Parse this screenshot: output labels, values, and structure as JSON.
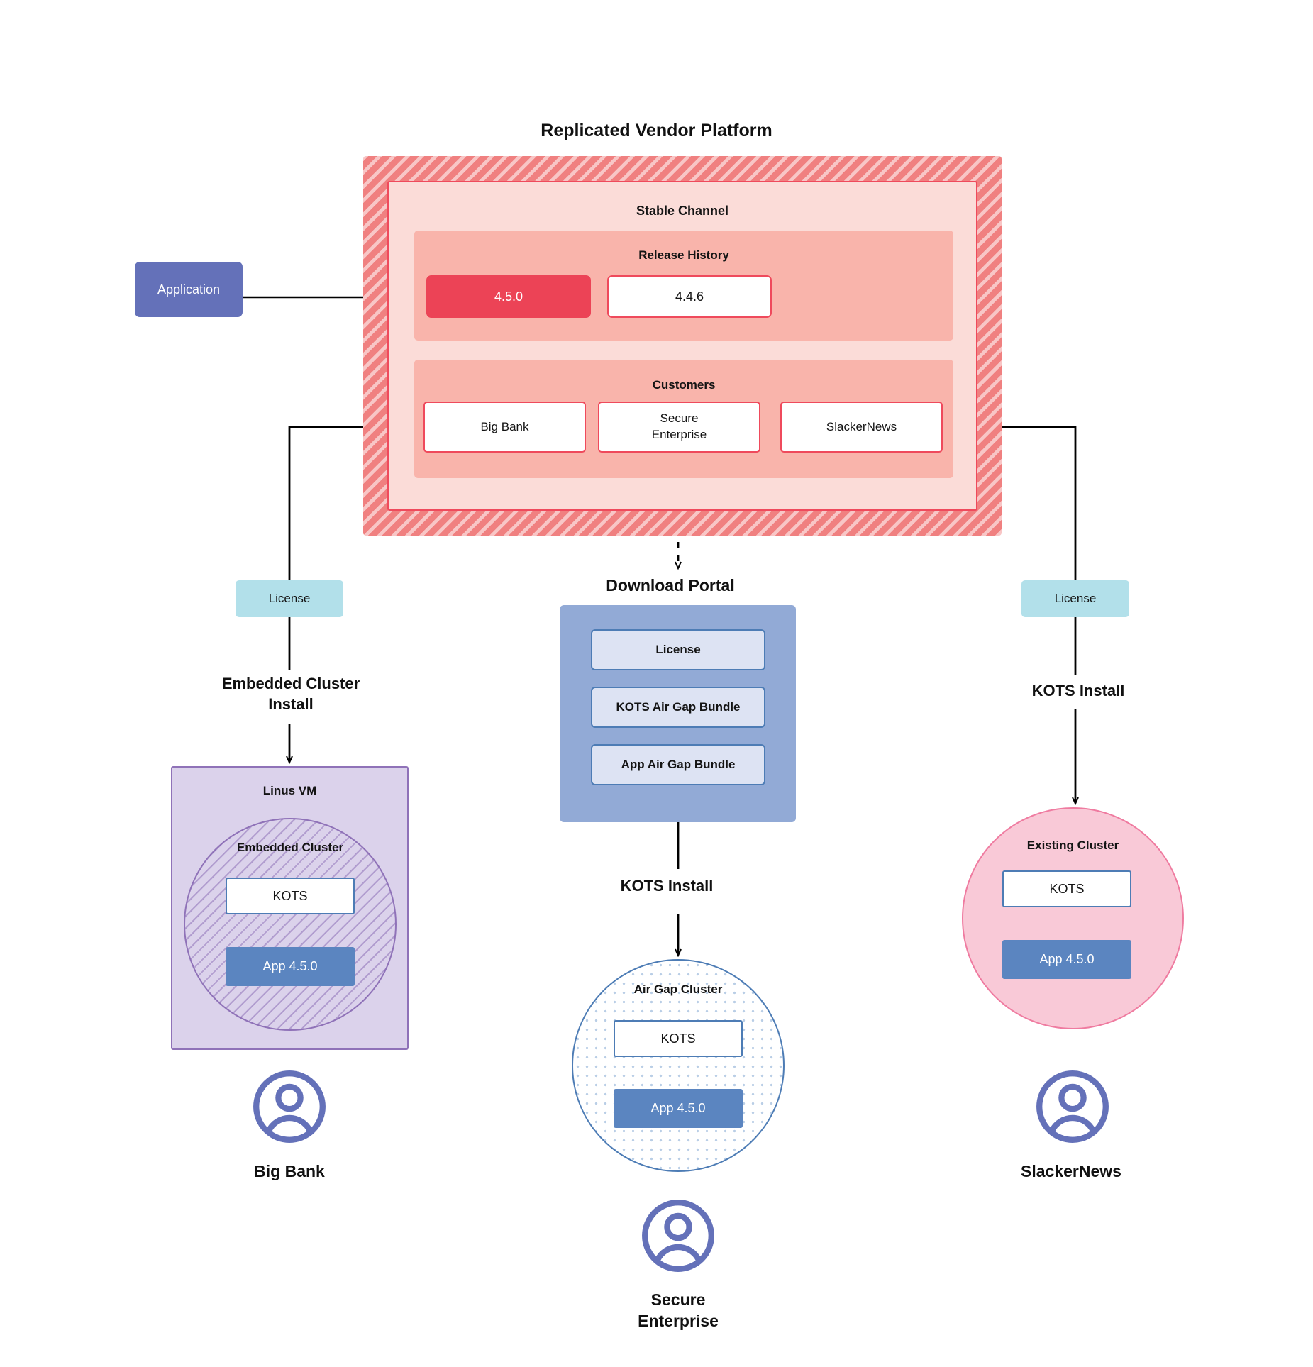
{
  "platform": {
    "title": "Replicated Vendor Platform",
    "channel_label": "Stable Channel",
    "release_history_label": "Release History",
    "releases": [
      {
        "version": "4.5.0",
        "state": "current"
      },
      {
        "version": "4.4.6",
        "state": "previous"
      }
    ],
    "customers_label": "Customers",
    "customers": [
      {
        "name": "Big Bank"
      },
      {
        "name": "Secure\nEnterprise"
      },
      {
        "name": "SlackerNews"
      }
    ]
  },
  "application": {
    "label": "Application"
  },
  "licenses": {
    "left_label": "License",
    "right_label": "License"
  },
  "flows": {
    "embedded_install": "Embedded Cluster\nInstall",
    "kots_install_right": "KOTS Install",
    "kots_install_center": "KOTS Install"
  },
  "download_portal": {
    "title": "Download  Portal",
    "items": [
      {
        "label": "License"
      },
      {
        "label": "KOTS Air Gap Bundle"
      },
      {
        "label": "App Air Gap Bundle"
      }
    ]
  },
  "targets": {
    "left": {
      "host_label": "Linus VM",
      "cluster_label": "Embedded Cluster",
      "kots_label": "KOTS",
      "app_label": "App 4.5.0"
    },
    "center": {
      "cluster_label": "Air Gap Cluster",
      "kots_label": "KOTS",
      "app_label": "App 4.5.0"
    },
    "right": {
      "cluster_label": "Existing Cluster",
      "kots_label": "KOTS",
      "app_label": "App 4.5.0"
    }
  },
  "personas": [
    {
      "name": "Big Bank",
      "icon": "user-avatar-icon"
    },
    {
      "name": "Secure\nEnterprise",
      "icon": "user-avatar-icon"
    },
    {
      "name": "SlackerNews",
      "icon": "user-avatar-icon"
    }
  ],
  "colors": {
    "platform_hatch": "#f08080",
    "channel_fill": "#fbdcd8",
    "channel_border": "#ef4a5c",
    "section_fill": "#f9b4ab",
    "release_current": "#ec4356",
    "application": "#6471b9",
    "license": "#b2e0ea",
    "portal": "#92aad6",
    "portal_item": "#dde3f3",
    "vm_fill": "#dbd2eb",
    "vm_border": "#8f72b8",
    "cluster_blue": "#4d7cb5",
    "app_chip": "#5b85c0",
    "existing_fill": "#f9c9d7",
    "existing_border": "#ef7ba0",
    "connector": "#000000"
  }
}
